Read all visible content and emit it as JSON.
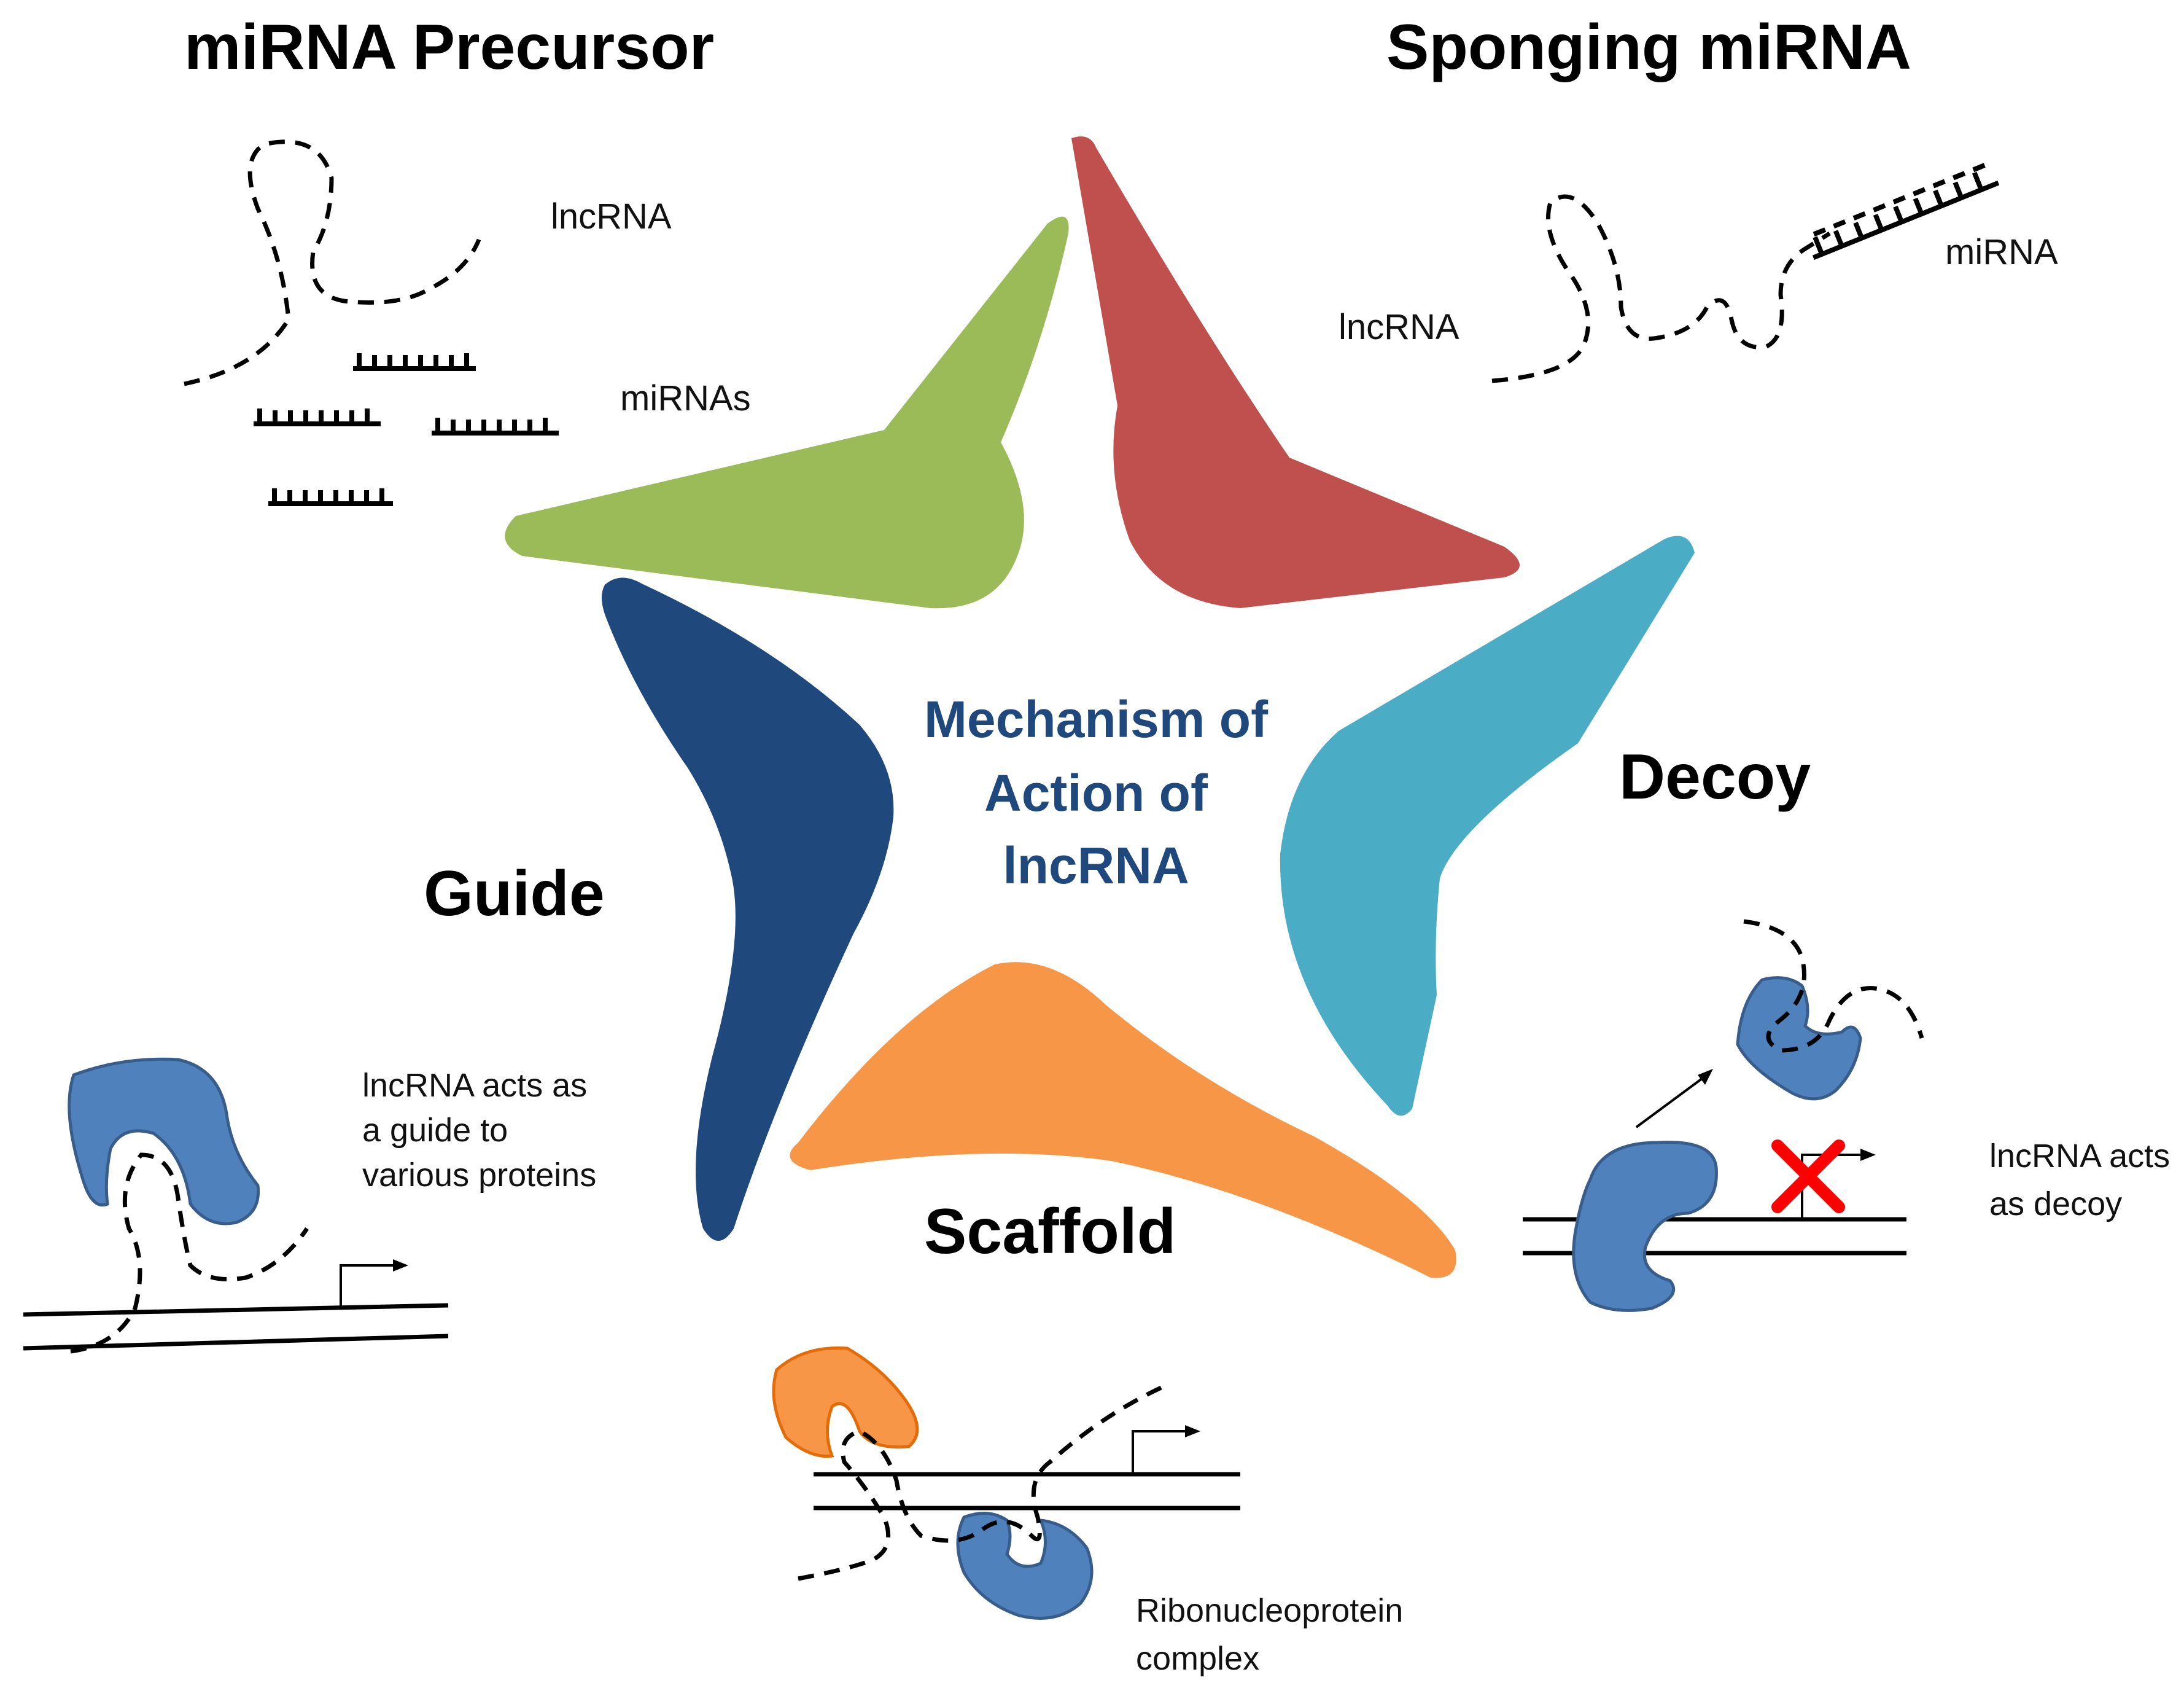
{
  "center_title": [
    "Mechanism of",
    "Action of",
    "lncRNA"
  ],
  "mechanisms": {
    "mirna_precursor": {
      "heading": "miRNA Precursor",
      "lncrna_label": "lncRNA",
      "mirnas_label": "miRNAs"
    },
    "sponging": {
      "heading": "Sponging miRNA",
      "lncrna_label": "lncRNA",
      "mirna_label": "miRNA"
    },
    "decoy": {
      "heading": "Decoy",
      "caption": [
        "lncRNA acts",
        "as decoy"
      ]
    },
    "scaffold": {
      "heading": "Scaffold",
      "caption": [
        "Ribonucleoprotein",
        "complex"
      ]
    },
    "guide": {
      "heading": "Guide",
      "caption": [
        "lncRNA acts as",
        "a guide to",
        "various proteins"
      ]
    }
  },
  "colors": {
    "green_arm": "#9bbb59",
    "red_arm": "#c0504d",
    "teal_arm": "#4bacc6",
    "orange_arm": "#f79646",
    "navy_arm": "#1f497d",
    "center_text": "#1f497d",
    "protein_blue": "#4f81bd",
    "protein_orange": "#f79646",
    "block_x": "#ff0000"
  },
  "icons": {
    "protein": "pacman-protein-shape",
    "rna": "dashed-rna-strand",
    "mirna": "comb-mirna",
    "dna": "double-line-dna",
    "tss": "bent-arrow-transcription-start",
    "block": "red-x"
  }
}
